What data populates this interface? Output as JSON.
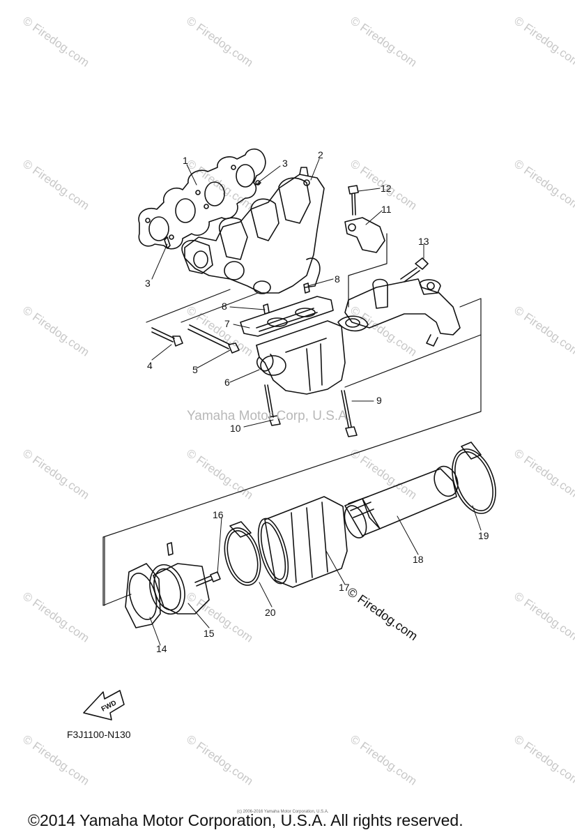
{
  "watermark_text": "© Firedog.com",
  "center_watermark": "Yamaha Motor Corp, U.S.A.",
  "firedog_label": "© Firedog.com",
  "part_code": "F3J1100-N130",
  "fwd_label": "FWD",
  "footer_small": "(c) 2006-2016 Yamaha Motor Corporation, U.S.A.",
  "footer": "©2014 Yamaha Motor Corporation, U.S.A. All rights reserved.",
  "callouts": [
    "1",
    "2",
    "3",
    "3",
    "4",
    "5",
    "6",
    "7",
    "8",
    "8",
    "9",
    "10",
    "11",
    "12",
    "13",
    "14",
    "15",
    "16",
    "17",
    "18",
    "19",
    "20"
  ]
}
